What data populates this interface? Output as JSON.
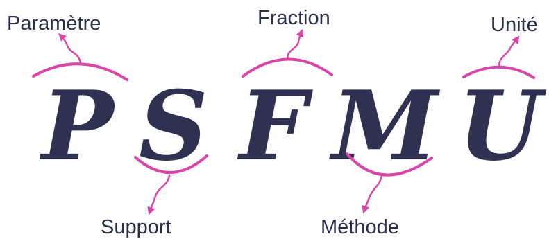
{
  "letters": [
    {
      "id": "p",
      "char": "P"
    },
    {
      "id": "s",
      "char": "S"
    },
    {
      "id": "f",
      "char": "F"
    },
    {
      "id": "m",
      "char": "M"
    },
    {
      "id": "u",
      "char": "U"
    }
  ],
  "labels": {
    "parametre": "Paramètre",
    "support": "Support",
    "fraction": "Fraction",
    "methode": "Méthode",
    "unite": "Unité"
  },
  "colors": {
    "letter": "#2f3152",
    "accent": "#d946a8",
    "label": "#2b2d4d"
  }
}
